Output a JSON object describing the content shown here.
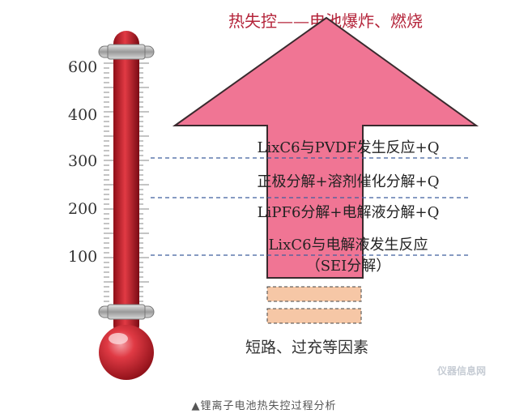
{
  "title": "热失控——电池爆炸、燃烧",
  "thermometer": {
    "scale_labels": [
      "600",
      "400",
      "300",
      "200",
      "100"
    ]
  },
  "arrow_stages": [
    {
      "text": "LixC6与PVDF发生反应+Q"
    },
    {
      "text": "正极分解+溶剂催化分解+Q"
    },
    {
      "text": "LiPF6分解+电解液分解+Q"
    },
    {
      "text": "LixC6与电解液发生反应"
    },
    {
      "text": "（SEI分解）"
    }
  ],
  "causes_label": "短路、过充等因素",
  "caption": "▲锂离子电池热失控过程分析",
  "watermark": "仪器信息网",
  "colors": {
    "arrow": "#f07594",
    "arrow_stroke": "#3a2a2e",
    "thermometer_red": "#c8202c",
    "dashed_line": "#3f5f9e",
    "cause_box": "#f6c7a6",
    "title": "#b4243a"
  }
}
